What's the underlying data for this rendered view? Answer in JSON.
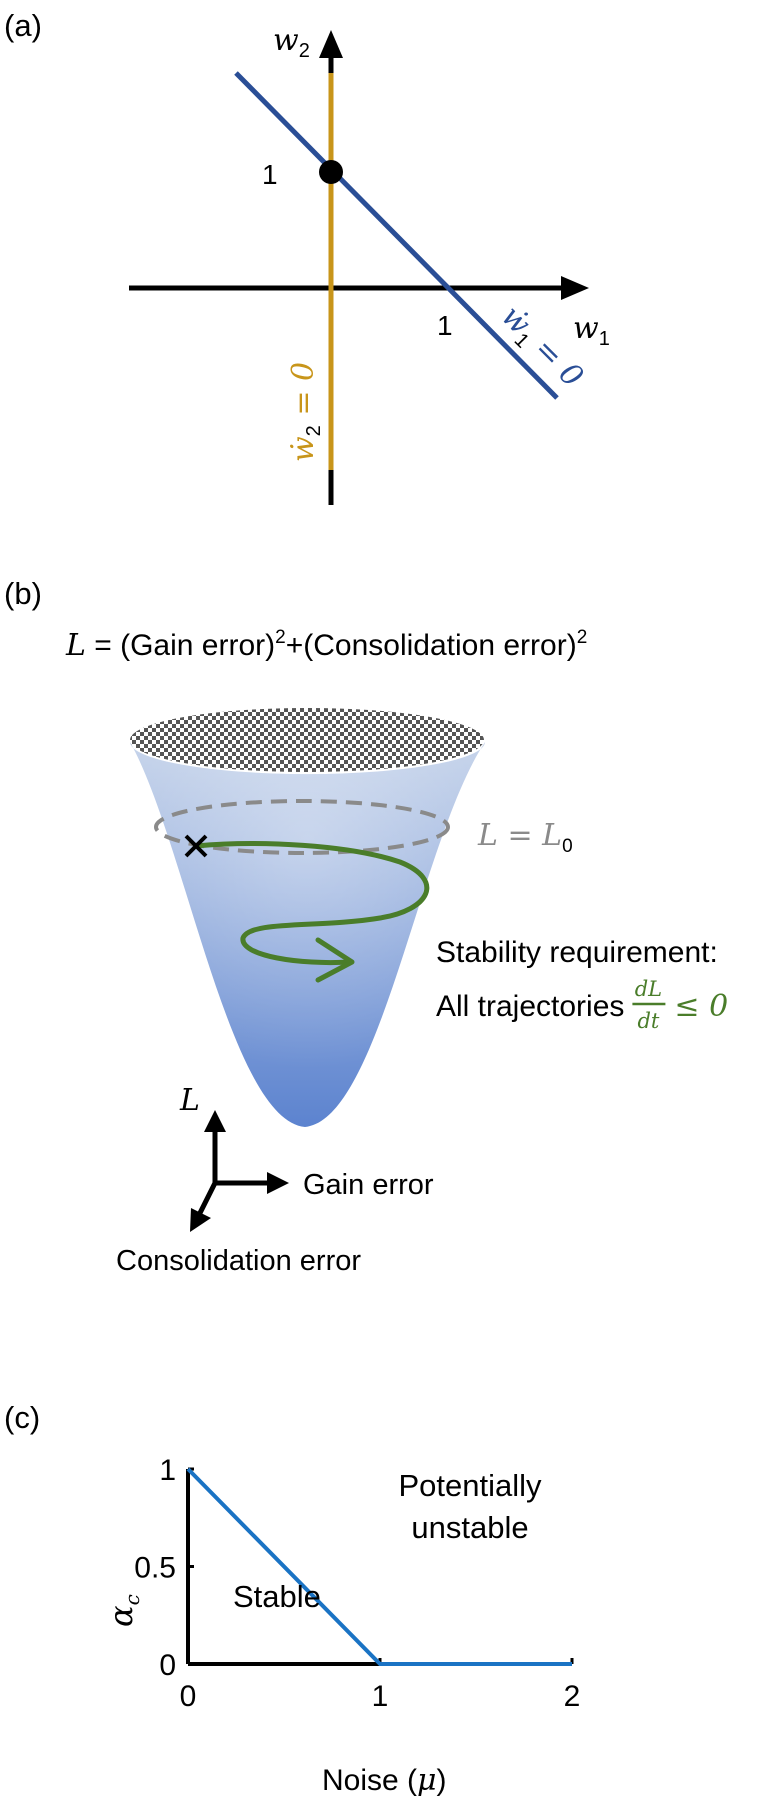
{
  "panel_a": {
    "label": "(a)",
    "y_axis_var": "w",
    "y_axis_sub": "2",
    "x_axis_var": "w",
    "x_axis_sub": "1",
    "tick_y": "1",
    "tick_x": "1",
    "nullcline_w1": {
      "var": "ẇ",
      "sub": "1",
      "rest": " = 0",
      "color": "#2a4e96"
    },
    "nullcline_w2": {
      "var": "ẇ",
      "sub": "2",
      "rest": " = 0",
      "color": "#c8951a"
    }
  },
  "panel_b": {
    "label": "(b)",
    "equation_lhs": "L",
    "equation_rhs_1": " = (Gain error)",
    "equation_sup_1": "2",
    "equation_rhs_2": "+(Consolidation error)",
    "equation_sup_2": "2",
    "level_set_var": "L",
    "level_set_eq": " = ",
    "level_set_val": "L",
    "level_set_sub": "0",
    "requirement_line1": "Stability requirement:",
    "requirement_line2": "All trajectories",
    "frac_num": "dL",
    "frac_den": "dt",
    "ineq": "≤ 0",
    "axis_L": "L",
    "axis_gain": "Gain error",
    "axis_consolidation": "Consolidation error",
    "colors": {
      "bowl_top": "#c5d3ea",
      "bowl_bottom": "#5c83cf",
      "trajectory": "#4a7d2a",
      "level": "#8a8a8a"
    }
  },
  "panel_c": {
    "label": "(c)",
    "xlabel": "Noise  (",
    "xlabel_var": "μ",
    "xlabel_end": ")",
    "ylabel_var": "α",
    "ylabel_sub": "c",
    "region_stable": "Stable",
    "region_unstable_1": "Potentially",
    "region_unstable_2": "unstable",
    "colors": {
      "line": "#1a73c4",
      "stable": "#4a7d2a",
      "unstable": "#e0561c"
    }
  },
  "chart_data": {
    "type": "line",
    "x": [
      0,
      1,
      2
    ],
    "xlim": [
      0,
      2
    ],
    "ylim": [
      0,
      1
    ],
    "xticks": [
      "0",
      "1",
      "2"
    ],
    "yticks": [
      "0",
      "0.5",
      "1"
    ],
    "series": [
      {
        "values": [
          1,
          0,
          0
        ]
      }
    ]
  }
}
